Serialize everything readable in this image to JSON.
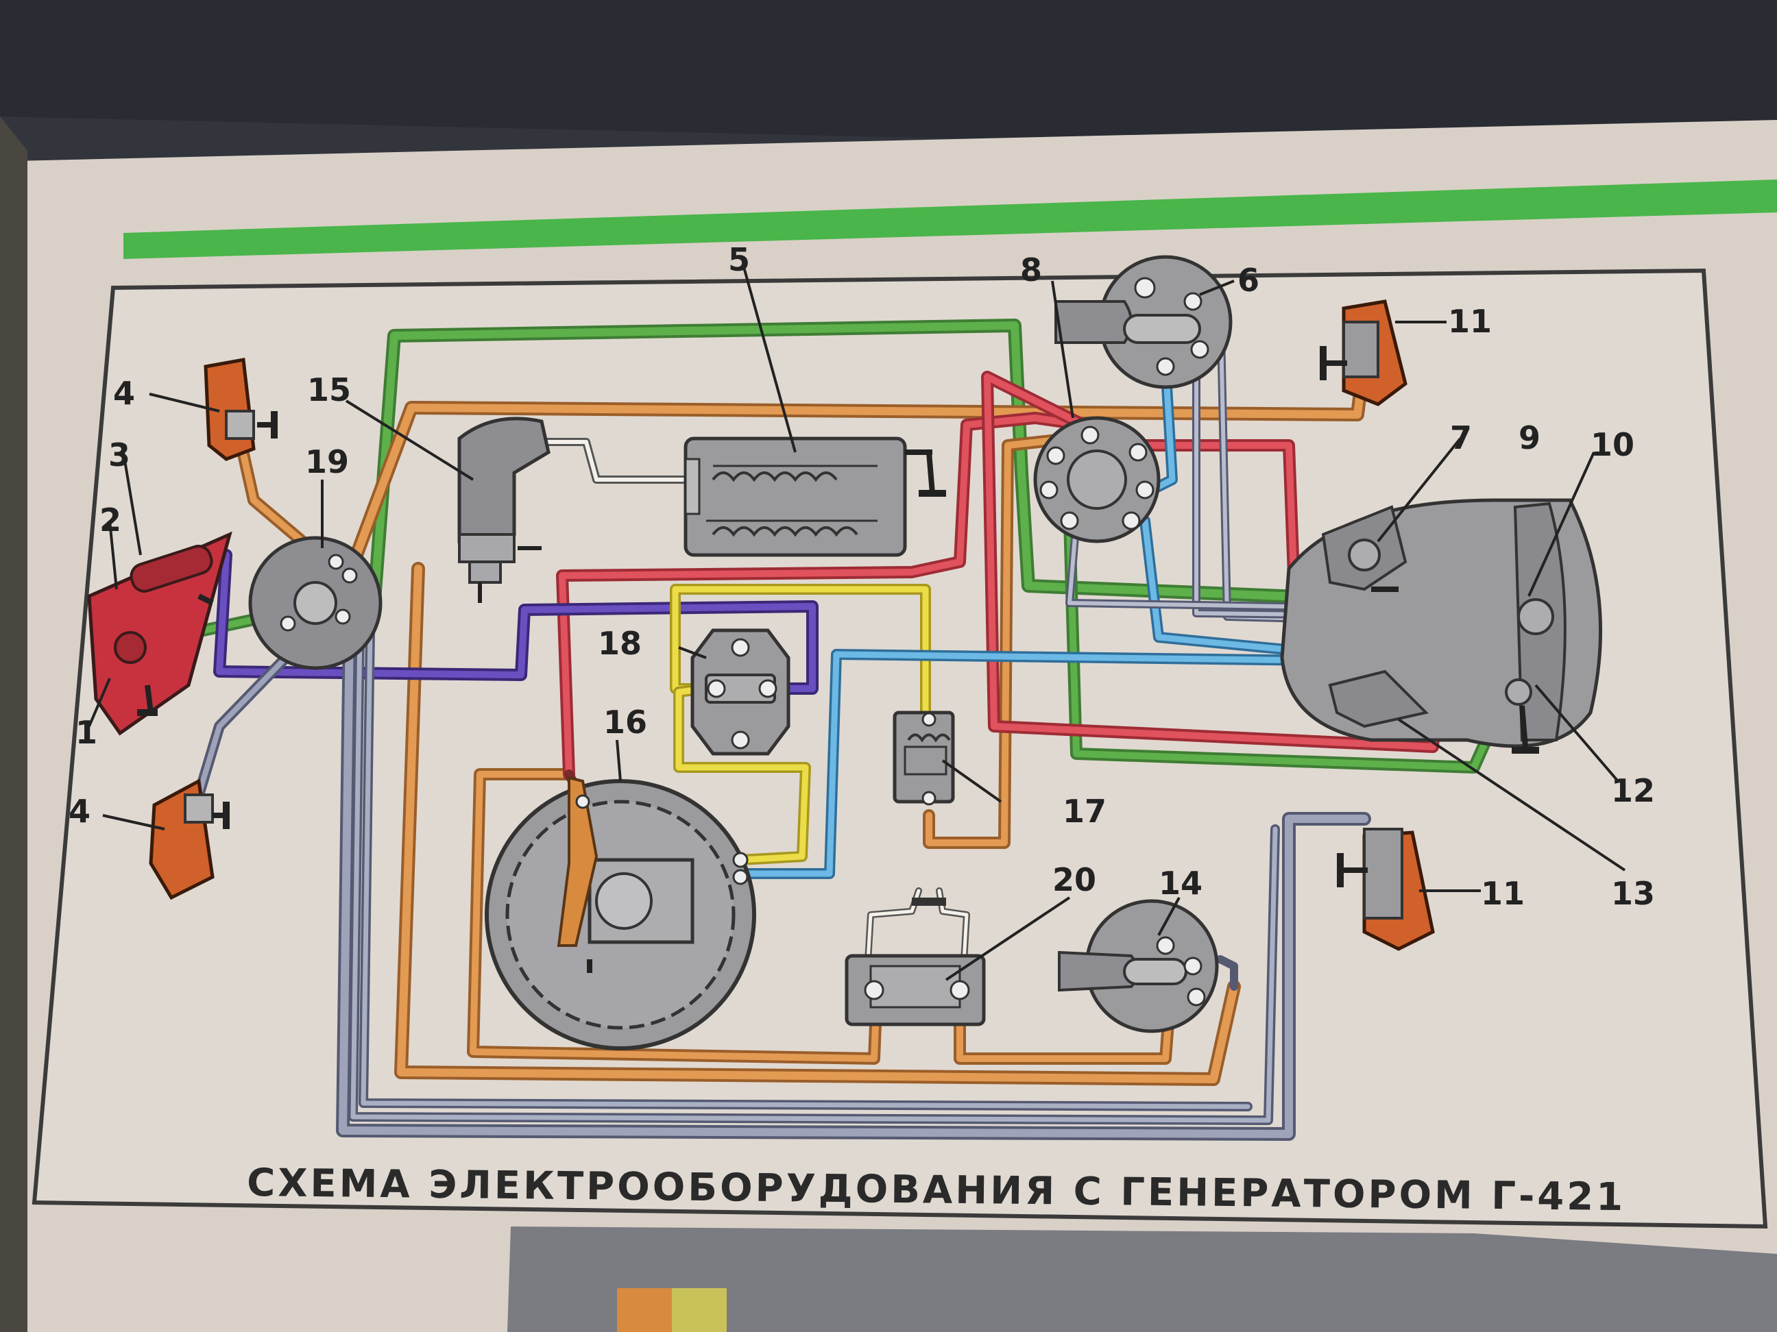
{
  "caption": "СХЕМА ЭЛЕКТРООБОРУДОВАНИЯ С ГЕНЕРАТОРОМ Г-421",
  "colors": {
    "page": "#ddd5cc",
    "frame": "#3b3b3b",
    "top_stripe": "#4ab54a",
    "wire_green": "#4a9a3a",
    "wire_orange": "#d88a3e",
    "wire_red": "#d6404c",
    "wire_purple": "#5a3fa6",
    "wire_blue": "#58a6d6",
    "wire_yellow": "#e2d23a",
    "wire_gray": "#8a8fa6",
    "component_gray": "#9b9b9e",
    "lamp_orange": "#d0612a",
    "switch_red": "#cc3440"
  },
  "labels": {
    "l1": "1",
    "l2": "2",
    "l3": "3",
    "l4a": "4",
    "l4b": "4",
    "l5": "5",
    "l6": "6",
    "l7": "7",
    "l8": "8",
    "l9": "9",
    "l10": "10",
    "l11a": "11",
    "l11b": "11",
    "l12": "12",
    "l13": "13",
    "l14": "14",
    "l15": "15",
    "l16": "16",
    "l17": "17",
    "l18": "18",
    "l19": "19",
    "l20": "20"
  }
}
